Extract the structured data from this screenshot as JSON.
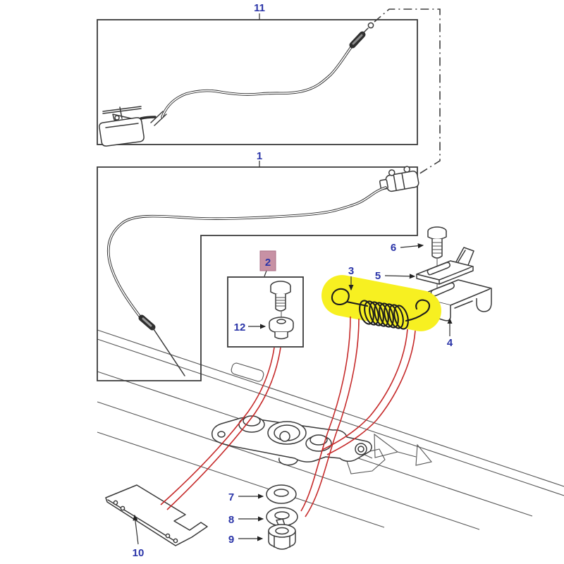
{
  "colors": {
    "label_blue": "#2a34a8",
    "line_dark": "#3a3a3a",
    "panel_gray": "#555555",
    "red_line": "#c62b2b",
    "highlight_yellow": "#f7f021",
    "highlight_pink": "#c791a4",
    "background": "#ffffff"
  },
  "callouts": {
    "n1": "1",
    "n2": "2",
    "n3": "3",
    "n4": "4",
    "n5": "5",
    "n6": "6",
    "n7": "7",
    "n8": "8",
    "n9": "9",
    "n10": "10",
    "n11": "11",
    "n12": "12"
  }
}
